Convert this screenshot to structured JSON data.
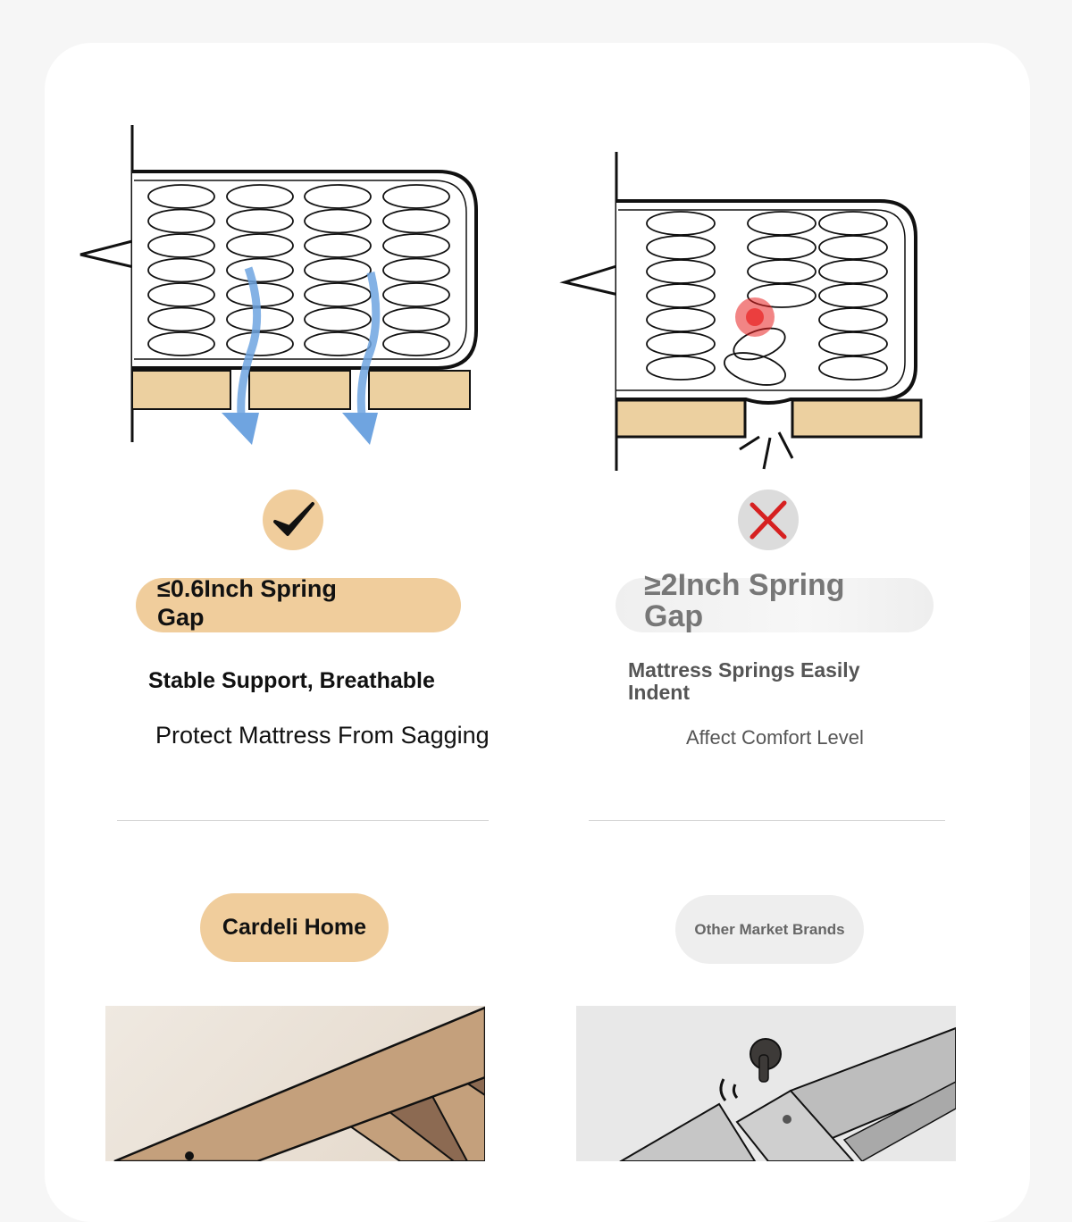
{
  "left": {
    "badge": "≤0.6Inch Spring Gap",
    "line1": "Stable Support, Breathable",
    "line2": "Protect Mattress From Sagging",
    "brand_button": "Cardeli Home",
    "icon": "checkmark-icon"
  },
  "right": {
    "badge": "≥2Inch Spring Gap",
    "line1": "Mattress Springs Easily Indent",
    "line2": "Affect Comfort Level",
    "brand_button": "Other Market Brands",
    "icon": "x-mark-icon"
  },
  "colors": {
    "accent": "#f0cd9c",
    "slat": "#ecd0a0",
    "arrow": "#6fa4e0",
    "bad": "#d62020",
    "grey": "#dcdcdc"
  }
}
